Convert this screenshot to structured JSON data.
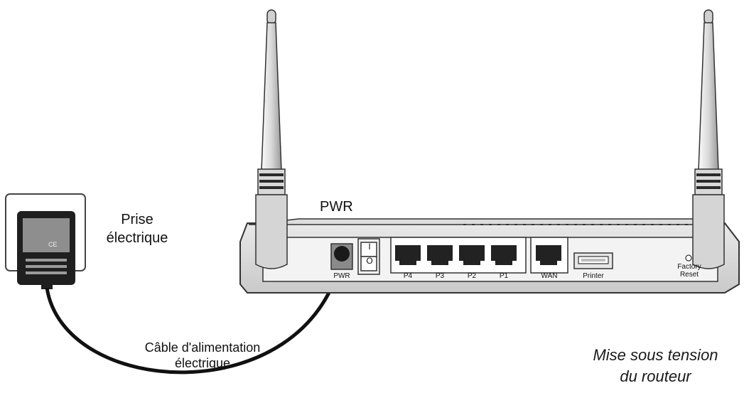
{
  "outlet": {
    "line1": "Prise",
    "line2": "électrique",
    "ce_mark": "CE"
  },
  "cable": {
    "line1": "Câble d'alimentation",
    "line2": "électrique"
  },
  "router": {
    "top_label": "PWR",
    "ports": {
      "pwr": "PWR",
      "p4": "P4",
      "p3": "P3",
      "p2": "P2",
      "p1": "P1",
      "wan": "WAN",
      "printer": "Printer",
      "factory": "Factory",
      "reset": "Reset"
    },
    "switch": {
      "on": "I",
      "off": "O"
    }
  },
  "caption": {
    "line1": "Mise sous tension",
    "line2": "du routeur"
  }
}
